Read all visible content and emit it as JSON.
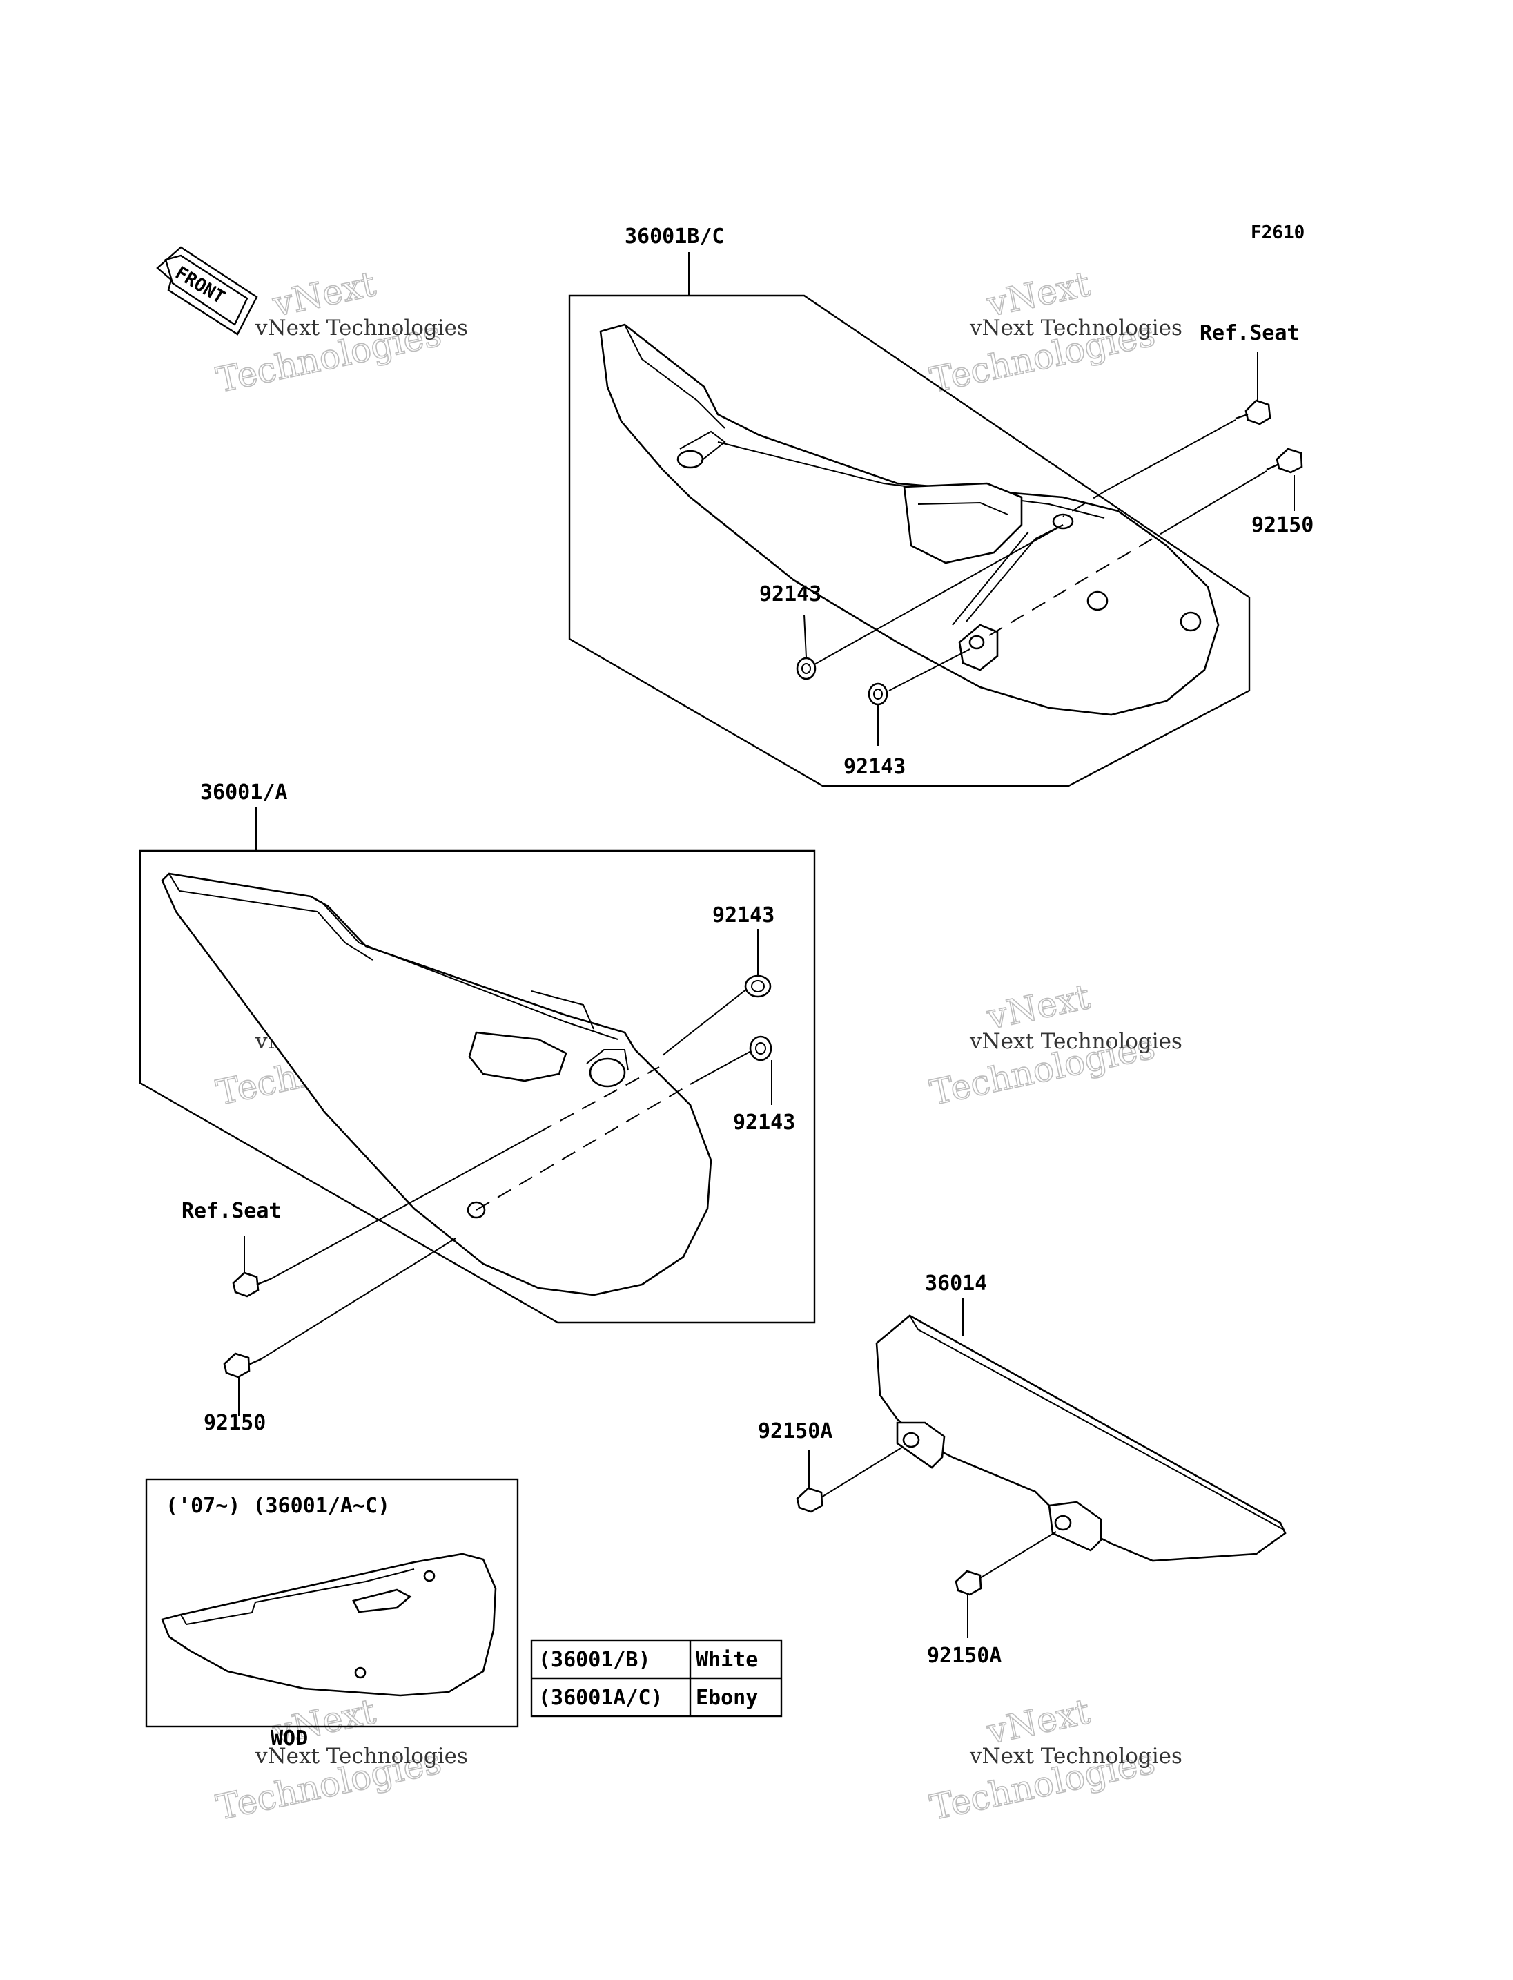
{
  "figure_code": "F2610",
  "front_arrow": {
    "text": "FRONT",
    "icon": "front-arrow-icon"
  },
  "watermark": {
    "line1": "vNext Technologies",
    "line2": "vNext",
    "line3": "Technologies"
  },
  "groups": {
    "upper": {
      "title": "36001B/C",
      "labels": {
        "ref_seat": "Ref.Seat",
        "bolt": "92150",
        "washer_a": "92143",
        "washer_b": "92143"
      }
    },
    "lower": {
      "title": "36001/A",
      "labels": {
        "washer_top": "92143",
        "washer_bottom": "92143",
        "ref_seat": "Ref.Seat",
        "bolt": "92150"
      }
    },
    "chain_guard": {
      "title": "36014",
      "labels": {
        "bolt_top": "92150A",
        "bolt_bottom": "92150A"
      }
    },
    "inset": {
      "caption": "('07~) (36001/A~C)",
      "model": "WOD"
    }
  },
  "color_table": {
    "rows": [
      {
        "code": "(36001/B)",
        "color": "White"
      },
      {
        "code": "(36001A/C)",
        "color": "Ebony"
      }
    ]
  }
}
